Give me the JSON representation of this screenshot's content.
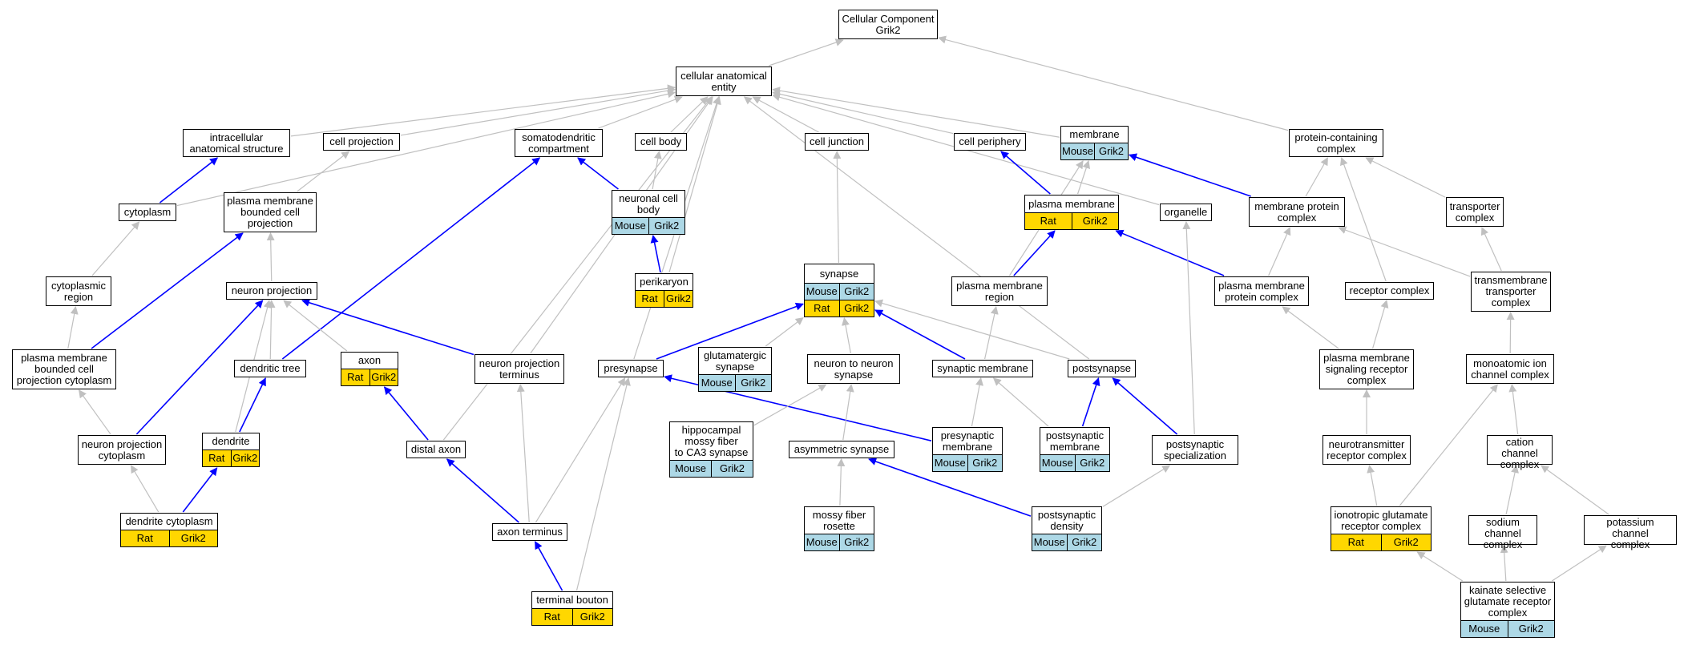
{
  "colors": {
    "edge_gray": "#c0c0c0",
    "edge_blue": "#0000ff",
    "mouse": "#add8e6",
    "rat": "#ffd700"
  },
  "nodes": [
    {
      "id": "root",
      "label": "Cellular Component\nGrik2"
    },
    {
      "id": "cae",
      "label": "cellular anatomical\nentity"
    },
    {
      "id": "ias",
      "label": "intracellular\nanatomical structure"
    },
    {
      "id": "cproj",
      "label": "cell projection"
    },
    {
      "id": "sdc",
      "label": "somatodendritic\ncompartment"
    },
    {
      "id": "cbody",
      "label": "cell body"
    },
    {
      "id": "cjunc",
      "label": "cell junction"
    },
    {
      "id": "cperi",
      "label": "cell periphery"
    },
    {
      "id": "membrane",
      "label": "membrane",
      "tags": [
        "Mouse",
        "Grik2"
      ]
    },
    {
      "id": "pcc",
      "label": "protein-containing\ncomplex"
    },
    {
      "id": "cytoplasm",
      "label": "cytoplasm"
    },
    {
      "id": "pmbcp",
      "label": "plasma membrane\nbounded cell\nprojection"
    },
    {
      "id": "ncb",
      "label": "neuronal cell\nbody",
      "tags": [
        "Mouse",
        "Grik2"
      ]
    },
    {
      "id": "pm",
      "label": "plasma membrane",
      "tags": [
        "Rat",
        "Grik2"
      ]
    },
    {
      "id": "organelle",
      "label": "organelle"
    },
    {
      "id": "mpc",
      "label": "membrane protein\ncomplex"
    },
    {
      "id": "transporter",
      "label": "transporter\ncomplex"
    },
    {
      "id": "cregion",
      "label": "cytoplasmic\nregion"
    },
    {
      "id": "nproj",
      "label": "neuron projection"
    },
    {
      "id": "perikaryon",
      "label": "perikaryon",
      "tags": [
        "Rat",
        "Grik2"
      ]
    },
    {
      "id": "synapse",
      "label": "synapse",
      "tags": [
        "Mouse",
        "Grik2"
      ],
      "tags2": [
        "Rat",
        "Grik2"
      ]
    },
    {
      "id": "pmregion",
      "label": "plasma membrane\nregion"
    },
    {
      "id": "pmpc",
      "label": "plasma membrane\nprotein complex"
    },
    {
      "id": "receptor",
      "label": "receptor complex"
    },
    {
      "id": "tmtc",
      "label": "transmembrane\ntransporter\ncomplex"
    },
    {
      "id": "pmbcpc",
      "label": "plasma membrane\nbounded cell\nprojection cytoplasm"
    },
    {
      "id": "dtree",
      "label": "dendritic tree"
    },
    {
      "id": "axon",
      "label": "axon",
      "tags": [
        "Rat",
        "Grik2"
      ]
    },
    {
      "id": "npterm",
      "label": "neuron projection\nterminus"
    },
    {
      "id": "presynapse",
      "label": "presynapse"
    },
    {
      "id": "glusyn",
      "label": "glutamatergic\nsynapse",
      "tags": [
        "Mouse",
        "Grik2"
      ]
    },
    {
      "id": "n2n",
      "label": "neuron to neuron\nsynapse"
    },
    {
      "id": "synmem",
      "label": "synaptic membrane"
    },
    {
      "id": "postsynapse",
      "label": "postsynapse"
    },
    {
      "id": "pmsrc",
      "label": "plasma membrane\nsignaling receptor\ncomplex"
    },
    {
      "id": "monoion",
      "label": "monoatomic ion\nchannel complex"
    },
    {
      "id": "npcyto",
      "label": "neuron projection\ncytoplasm"
    },
    {
      "id": "dendrite",
      "label": "dendrite",
      "tags": [
        "Rat",
        "Grik2"
      ]
    },
    {
      "id": "distaxon",
      "label": "distal axon"
    },
    {
      "id": "hippo",
      "label": "hippocampal\nmossy fiber\nto CA3 synapse",
      "tags": [
        "Mouse",
        "Grik2"
      ]
    },
    {
      "id": "asym",
      "label": "asymmetric synapse"
    },
    {
      "id": "premem",
      "label": "presynaptic\nmembrane",
      "tags": [
        "Mouse",
        "Grik2"
      ]
    },
    {
      "id": "postmem",
      "label": "postsynaptic\nmembrane",
      "tags": [
        "Mouse",
        "Grik2"
      ]
    },
    {
      "id": "postspec",
      "label": "postsynaptic\nspecialization"
    },
    {
      "id": "ntrc",
      "label": "neurotransmitter\nreceptor complex"
    },
    {
      "id": "ccc",
      "label": "cation channel\ncomplex"
    },
    {
      "id": "dcyto",
      "label": "dendrite cytoplasm",
      "tags": [
        "Rat",
        "Grik2"
      ]
    },
    {
      "id": "axterm",
      "label": "axon terminus"
    },
    {
      "id": "mfr",
      "label": "mossy fiber\nrosette",
      "tags": [
        "Mouse",
        "Grik2"
      ]
    },
    {
      "id": "psd",
      "label": "postsynaptic\ndensity",
      "tags": [
        "Mouse",
        "Grik2"
      ]
    },
    {
      "id": "igrc",
      "label": "ionotropic glutamate\nreceptor complex",
      "tags": [
        "Rat",
        "Grik2"
      ]
    },
    {
      "id": "scc",
      "label": "sodium channel\ncomplex"
    },
    {
      "id": "kcc",
      "label": "potassium channel\ncomplex"
    },
    {
      "id": "tbouton",
      "label": "terminal bouton",
      "tags": [
        "Rat",
        "Grik2"
      ]
    },
    {
      "id": "kainate",
      "label": "kainate selective\nglutamate receptor\ncomplex",
      "tags": [
        "Mouse",
        "Grik2"
      ]
    }
  ],
  "edges": [
    {
      "from": "cae",
      "to": "root",
      "color": "gray"
    },
    {
      "from": "pcc",
      "to": "root",
      "color": "gray"
    },
    {
      "from": "ias",
      "to": "cae",
      "color": "gray"
    },
    {
      "from": "cproj",
      "to": "cae",
      "color": "gray"
    },
    {
      "from": "sdc",
      "to": "cae",
      "color": "gray"
    },
    {
      "from": "cbody",
      "to": "cae",
      "color": "gray"
    },
    {
      "from": "cjunc",
      "to": "cae",
      "color": "gray"
    },
    {
      "from": "cperi",
      "to": "cae",
      "color": "gray"
    },
    {
      "from": "membrane",
      "to": "cae",
      "color": "gray"
    },
    {
      "from": "cytoplasm",
      "to": "cae",
      "color": "gray"
    },
    {
      "from": "organelle",
      "to": "cae",
      "color": "gray"
    },
    {
      "from": "perikaryon",
      "to": "cae",
      "color": "gray"
    },
    {
      "from": "distaxon",
      "to": "cae",
      "color": "gray"
    },
    {
      "from": "npterm",
      "to": "cae",
      "color": "gray"
    },
    {
      "from": "presynapse",
      "to": "cae",
      "color": "gray"
    },
    {
      "from": "postsynapse",
      "to": "cae",
      "color": "gray"
    },
    {
      "from": "cytoplasm",
      "to": "ias",
      "color": "blue"
    },
    {
      "from": "pmbcp",
      "to": "cproj",
      "color": "gray"
    },
    {
      "from": "ncb",
      "to": "sdc",
      "color": "blue"
    },
    {
      "from": "dtree",
      "to": "sdc",
      "color": "blue"
    },
    {
      "from": "ncb",
      "to": "cbody",
      "color": "gray"
    },
    {
      "from": "synapse",
      "to": "cjunc",
      "color": "gray"
    },
    {
      "from": "pm",
      "to": "cperi",
      "color": "blue"
    },
    {
      "from": "pm",
      "to": "membrane",
      "color": "gray"
    },
    {
      "from": "pmregion",
      "to": "membrane",
      "color": "gray"
    },
    {
      "from": "mpc",
      "to": "membrane",
      "color": "blue"
    },
    {
      "from": "mpc",
      "to": "pcc",
      "color": "gray"
    },
    {
      "from": "transporter",
      "to": "pcc",
      "color": "gray"
    },
    {
      "from": "receptor",
      "to": "pcc",
      "color": "gray"
    },
    {
      "from": "cregion",
      "to": "cytoplasm",
      "color": "gray"
    },
    {
      "from": "nproj",
      "to": "pmbcp",
      "color": "gray"
    },
    {
      "from": "pmbcpc",
      "to": "pmbcp",
      "color": "blue"
    },
    {
      "from": "perikaryon",
      "to": "ncb",
      "color": "blue"
    },
    {
      "from": "pmregion",
      "to": "pm",
      "color": "blue"
    },
    {
      "from": "pmpc",
      "to": "pm",
      "color": "blue"
    },
    {
      "from": "pmpc",
      "to": "mpc",
      "color": "gray"
    },
    {
      "from": "tmtc",
      "to": "mpc",
      "color": "gray"
    },
    {
      "from": "tmtc",
      "to": "transporter",
      "color": "gray"
    },
    {
      "from": "pmbcpc",
      "to": "cregion",
      "color": "gray"
    },
    {
      "from": "dtree",
      "to": "nproj",
      "color": "gray"
    },
    {
      "from": "npcyto",
      "to": "nproj",
      "color": "blue"
    },
    {
      "from": "npterm",
      "to": "nproj",
      "color": "blue"
    },
    {
      "from": "dendrite",
      "to": "nproj",
      "color": "gray"
    },
    {
      "from": "axon",
      "to": "nproj",
      "color": "gray"
    },
    {
      "from": "presynapse",
      "to": "synapse",
      "color": "blue"
    },
    {
      "from": "glusyn",
      "to": "synapse",
      "color": "gray"
    },
    {
      "from": "n2n",
      "to": "synapse",
      "color": "gray"
    },
    {
      "from": "synmem",
      "to": "synapse",
      "color": "blue"
    },
    {
      "from": "postsynapse",
      "to": "synapse",
      "color": "gray"
    },
    {
      "from": "synmem",
      "to": "pmregion",
      "color": "gray"
    },
    {
      "from": "pmsrc",
      "to": "pmpc",
      "color": "gray"
    },
    {
      "from": "pmsrc",
      "to": "receptor",
      "color": "gray"
    },
    {
      "from": "monoion",
      "to": "tmtc",
      "color": "gray"
    },
    {
      "from": "npcyto",
      "to": "pmbcpc",
      "color": "gray"
    },
    {
      "from": "dendrite",
      "to": "dtree",
      "color": "blue"
    },
    {
      "from": "distaxon",
      "to": "axon",
      "color": "blue"
    },
    {
      "from": "axterm",
      "to": "npterm",
      "color": "gray"
    },
    {
      "from": "premem",
      "to": "presynapse",
      "color": "blue"
    },
    {
      "from": "axterm",
      "to": "presynapse",
      "color": "gray"
    },
    {
      "from": "tbouton",
      "to": "presynapse",
      "color": "gray"
    },
    {
      "from": "hippo",
      "to": "n2n",
      "color": "gray"
    },
    {
      "from": "asym",
      "to": "n2n",
      "color": "gray"
    },
    {
      "from": "premem",
      "to": "synmem",
      "color": "gray"
    },
    {
      "from": "postmem",
      "to": "synmem",
      "color": "gray"
    },
    {
      "from": "postmem",
      "to": "postsynapse",
      "color": "blue"
    },
    {
      "from": "postspec",
      "to": "postsynapse",
      "color": "blue"
    },
    {
      "from": "postspec",
      "to": "organelle",
      "color": "gray"
    },
    {
      "from": "ntrc",
      "to": "pmsrc",
      "color": "gray"
    },
    {
      "from": "igrc",
      "to": "monoion",
      "color": "gray"
    },
    {
      "from": "ccc",
      "to": "monoion",
      "color": "gray"
    },
    {
      "from": "dcyto",
      "to": "npcyto",
      "color": "gray"
    },
    {
      "from": "dcyto",
      "to": "dendrite",
      "color": "blue"
    },
    {
      "from": "axterm",
      "to": "distaxon",
      "color": "blue"
    },
    {
      "from": "mfr",
      "to": "asym",
      "color": "gray"
    },
    {
      "from": "psd",
      "to": "asym",
      "color": "blue"
    },
    {
      "from": "psd",
      "to": "postspec",
      "color": "gray"
    },
    {
      "from": "igrc",
      "to": "ntrc",
      "color": "gray"
    },
    {
      "from": "scc",
      "to": "ccc",
      "color": "gray"
    },
    {
      "from": "kcc",
      "to": "ccc",
      "color": "gray"
    },
    {
      "from": "tbouton",
      "to": "axterm",
      "color": "blue"
    },
    {
      "from": "kainate",
      "to": "igrc",
      "color": "gray"
    },
    {
      "from": "kainate",
      "to": "scc",
      "color": "gray"
    },
    {
      "from": "kainate",
      "to": "kcc",
      "color": "gray"
    }
  ]
}
